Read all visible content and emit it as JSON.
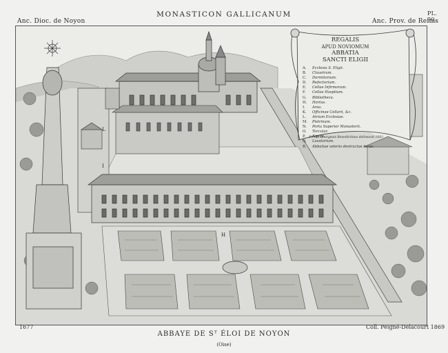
{
  "header": {
    "left": "Anc. Dioc. de Noyon",
    "center": "MONASTICON GALLICANUM",
    "right": "Anc. Prov. de Reims",
    "plate": "PL. 90."
  },
  "cartouche": {
    "line1": "REGALIS",
    "line2": "APUD NOVIOMUM",
    "line3": "ABBATIA",
    "line4": "SANCTI ELIGII",
    "legend": [
      {
        "key": "A.",
        "text": "Ecclesia S. Eligii."
      },
      {
        "key": "B.",
        "text": "Claustrum."
      },
      {
        "key": "C.",
        "text": "Dormitorium."
      },
      {
        "key": "D.",
        "text": "Refectorium."
      },
      {
        "key": "E.",
        "text": "Cellae Infirmorum."
      },
      {
        "key": "F.",
        "text": "Cellae Hospitum."
      },
      {
        "key": "G.",
        "text": "Bibliotheca."
      },
      {
        "key": "H.",
        "text": "Hortus."
      },
      {
        "key": "I.",
        "text": "Area."
      },
      {
        "key": "K.",
        "text": "Officinae Cellarii, &c."
      },
      {
        "key": "L.",
        "text": "Atrium Ecclesiae."
      },
      {
        "key": "M.",
        "text": "Pistrinum."
      },
      {
        "key": "N.",
        "text": "Porta Superior Monasterii."
      },
      {
        "key": "O.",
        "text": "Torcular."
      },
      {
        "key": "P.",
        "text": "Equile."
      },
      {
        "key": "Q.",
        "text": "Lavatorium."
      },
      {
        "key": "R.",
        "text": "Abbatiae veteris destructae locus."
      }
    ],
    "footer": "Fr. Ch. Bourgeois Benedictinus delineavit 1683"
  },
  "footer": {
    "year": "1677",
    "credit": "Coll. Peigné-Delacourt 1869",
    "title": "ABBAYE DE Sᵀ ÉLOI DE NOYON",
    "subtitle": "(Oise)"
  },
  "map_labels": {
    "L": "L",
    "I": "I",
    "H": "H"
  }
}
